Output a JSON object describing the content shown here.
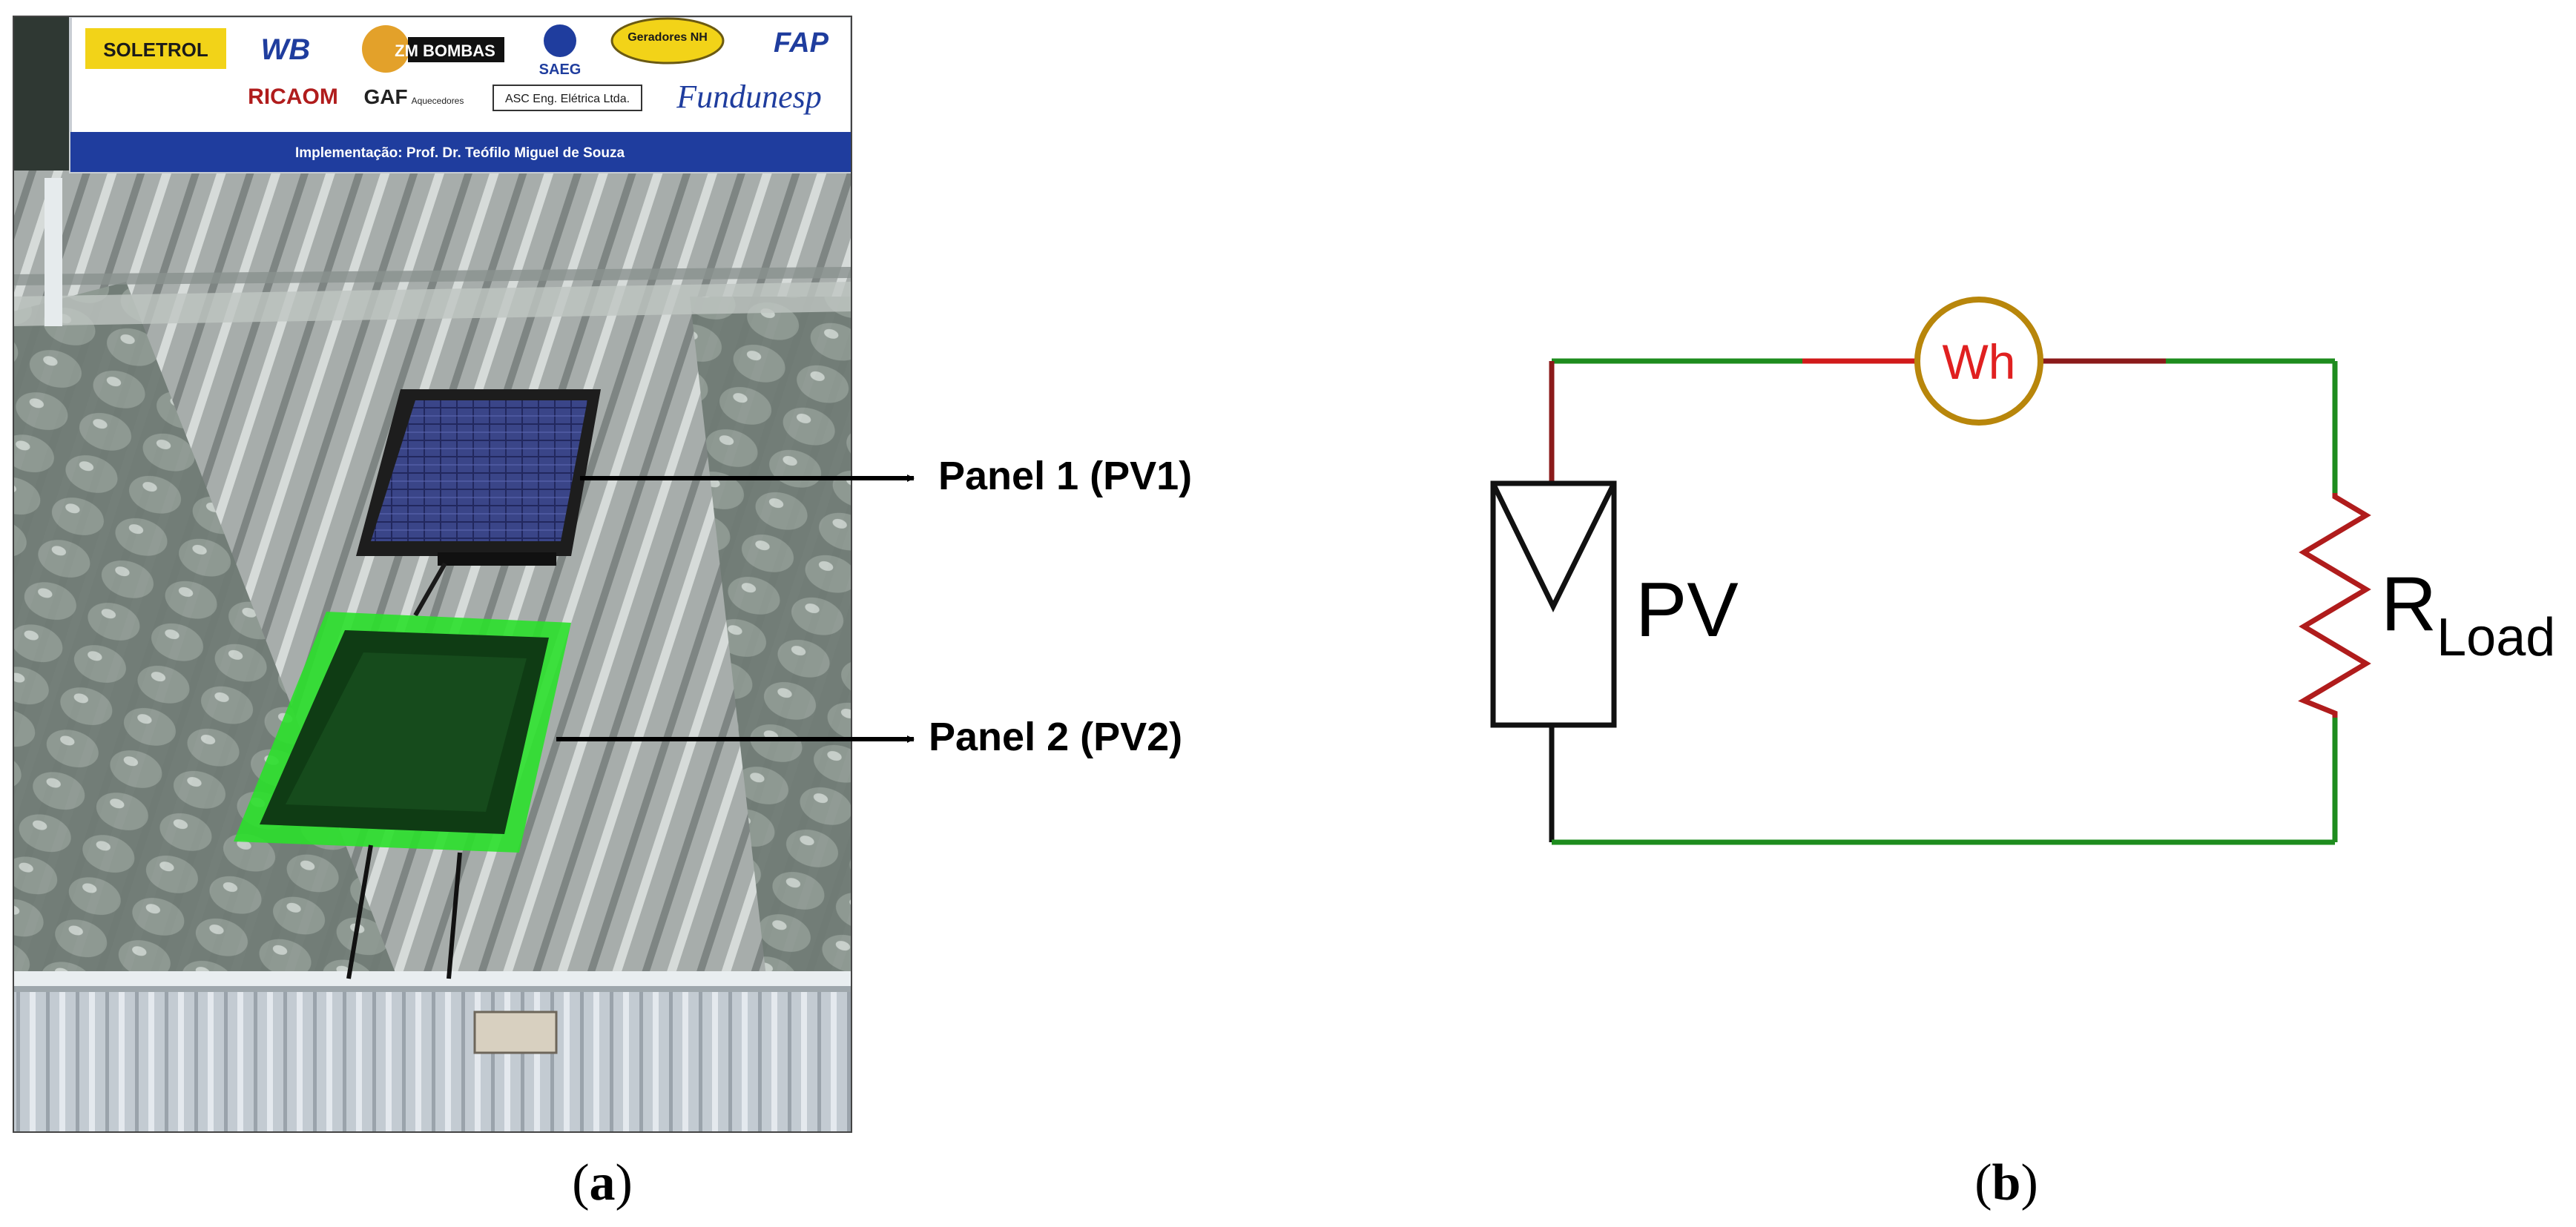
{
  "panel_a": {
    "caption_open": "(",
    "caption_letter": "a",
    "caption_close": ")",
    "photo": {
      "billboard": {
        "logos": [
          "SOLETROL",
          "WB",
          "ZM BOMBAS",
          "SAEG",
          "Geradores NH",
          "FAP",
          "RICAOM",
          "GAF",
          "Aquecedores",
          "ASC Eng. Elétrica Ltda.",
          "Fundunesp"
        ],
        "footer_text": "Implementação: Prof. Dr. Teófilo Miguel de Souza"
      }
    },
    "callouts": [
      {
        "label": "Panel 1 (PV1)"
      },
      {
        "label": "Panel 2 (PV2)"
      }
    ]
  },
  "panel_b": {
    "caption_open": "(",
    "caption_letter": "b",
    "caption_close": ")",
    "meter_label": "Wh",
    "pv_label": "PV",
    "load_label_main": "R",
    "load_label_sub": "Load"
  },
  "colors": {
    "wire_green": "#1e8c1e",
    "wire_red": "#d11a1a",
    "wire_dark_red": "#8b1a1a",
    "meter_ring": "#b8860b",
    "meter_text": "#e02020",
    "resistor": "#b01c1c",
    "billboard_blue": "#1f3d9e",
    "green_panel": "#2be02b"
  }
}
